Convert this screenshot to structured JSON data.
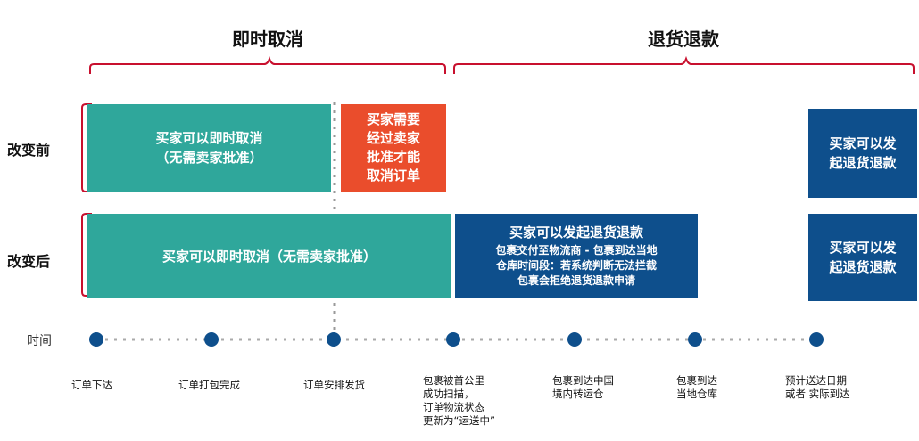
{
  "headers": {
    "immediate_cancel": "即时取消",
    "return_refund": "退货退款"
  },
  "rows": {
    "before": "改变前",
    "after": "改变后"
  },
  "boxes": {
    "before_cancel": "买家可以即时取消\n（无需卖家批准）",
    "before_approval": "买家需要\n经过卖家\n批准才能\n取消订单",
    "before_refund": "买家可以发\n起退货退款",
    "after_cancel": "买家可以即时取消（无需卖家批准）",
    "after_refund_title": "买家可以发起退货退款",
    "after_refund_desc": "包裹交付至物流商 - 包裹到达当地\n仓库时间段：若系统判断无法拦截\n包裹会拒绝退货退款申请",
    "after_refund_end": "买家可以发\n起退货退款"
  },
  "timeline": {
    "label": "时间",
    "milestones": [
      "订单下达",
      "订单打包完成",
      "订单安排发货",
      "包裹被首公里\n成功扫描，\n订单物流状态\n更新为“运送中”",
      "包裹到达中国\n境内转运仓",
      "包裹到达\n当地仓库",
      "预计送达日期\n或者 实际到达"
    ]
  },
  "colors": {
    "teal": "#2fa79b",
    "red": "#ea4d2c",
    "blue": "#0e4f8c",
    "bracket_red": "#c8102e"
  }
}
